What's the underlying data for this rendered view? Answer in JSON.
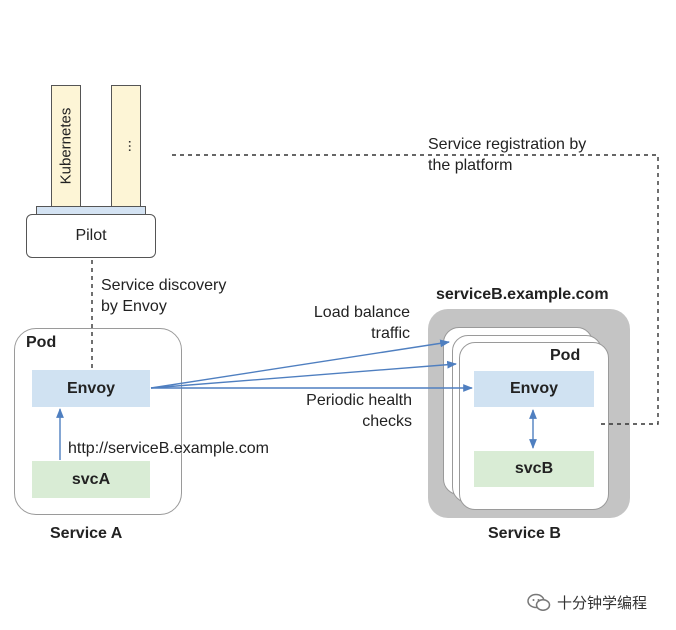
{
  "control_plane": {
    "adapter_1": "Kubernetes",
    "adapter_2": "...",
    "pilot": "Pilot"
  },
  "annotations": {
    "service_registration_line1": "Service registration by",
    "service_registration_line2": "the platform",
    "service_discovery_line1": "Service discovery",
    "service_discovery_line2": "by Envoy",
    "load_balance_line1": "Load balance",
    "load_balance_line2": "traffic",
    "health_line1": "Periodic health",
    "health_line2": "checks",
    "url": "http://serviceB.example.com"
  },
  "service_a": {
    "pod_label": "Pod",
    "envoy": "Envoy",
    "svc": "svcA",
    "caption": "Service A"
  },
  "service_b": {
    "hostname": "serviceB.example.com",
    "pod_label": "Pod",
    "envoy": "Envoy",
    "svc": "svcB",
    "caption": "Service B"
  },
  "watermark": {
    "text": "十分钟学编程",
    "icon": "wechat-icon"
  },
  "colors": {
    "arrow": "#4f7fc0",
    "envoy_fill": "#d0e2f2",
    "svc_fill": "#d9ecd5",
    "adapter_fill": "#fdf5d6",
    "cluster_bg": "#c4c4c4"
  }
}
